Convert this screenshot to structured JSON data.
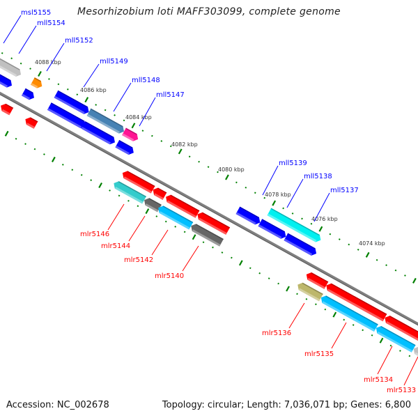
{
  "title": "Mesorhizobium loti MAFF303099, complete genome",
  "footer": {
    "accession": "Accession: NC_002678",
    "summary": "Topology: circular; Length: 7,036,071 bp; Genes: 6,800"
  },
  "scale": {
    "unit": "kbp",
    "labels": [
      "4088 kbp",
      "4086 kbp",
      "4084 kbp",
      "4082 kbp",
      "4080 kbp",
      "4078 kbp",
      "4076 kbp",
      "4074 kbp"
    ],
    "tick_color": "#008000"
  },
  "axis_color": "#808080",
  "genes": [
    {
      "strand": "+",
      "row": 1,
      "start": 4089.6,
      "end": 4088.6,
      "color": "#c0c0c0"
    },
    {
      "strand": "+",
      "row": 1,
      "start": 4088.1,
      "end": 4087.7,
      "color": "#ff8c00"
    },
    {
      "strand": "+",
      "row": 1,
      "start": 4087.1,
      "end": 4085.7,
      "color": "#0000ff"
    },
    {
      "strand": "+",
      "row": 1,
      "start": 4085.7,
      "end": 4084.2,
      "color": "#4682b4"
    },
    {
      "strand": "+",
      "row": 1,
      "start": 4084.2,
      "end": 4083.6,
      "color": "#ff1493"
    },
    {
      "strand": "+",
      "row": 1,
      "start": 4078.0,
      "end": 4075.8,
      "color": "#00f0f0"
    },
    {
      "strand": "+",
      "row": 2,
      "start": 4089.6,
      "end": 4088.7,
      "color": "#0000ff"
    },
    {
      "strand": "+",
      "row": 2,
      "start": 4088.2,
      "end": 4087.75,
      "color": "#0000ff"
    },
    {
      "strand": "+",
      "row": 2,
      "start": 4087.1,
      "end": 4085.55,
      "color": "#0000ff"
    },
    {
      "strand": "+",
      "row": 2,
      "start": 4085.65,
      "end": 4084.3,
      "color": "#0000ff"
    },
    {
      "strand": "+",
      "row": 2,
      "start": 4084.2,
      "end": 4083.5,
      "color": "#0000ff"
    },
    {
      "strand": "+",
      "row": 2,
      "start": 4079.05,
      "end": 4078.1,
      "color": "#0000ff"
    },
    {
      "strand": "+",
      "row": 2,
      "start": 4078.1,
      "end": 4077.0,
      "color": "#0000ff"
    },
    {
      "strand": "+",
      "row": 2,
      "start": 4077.0,
      "end": 4075.7,
      "color": "#0000ff"
    },
    {
      "strand": "-",
      "row": 1,
      "start": 4088.7,
      "end": 4088.25,
      "color": "#ff0000"
    },
    {
      "strand": "-",
      "row": 1,
      "start": 4087.65,
      "end": 4087.2,
      "color": "#ff0000"
    },
    {
      "strand": "-",
      "row": 1,
      "start": 4083.5,
      "end": 4082.2,
      "color": "#ff0000"
    },
    {
      "strand": "-",
      "row": 1,
      "start": 4082.2,
      "end": 4081.7,
      "color": "#ff0000"
    },
    {
      "strand": "-",
      "row": 1,
      "start": 4081.65,
      "end": 4080.3,
      "color": "#ff0000"
    },
    {
      "strand": "-",
      "row": 1,
      "start": 4080.3,
      "end": 4079.0,
      "color": "#ff0000"
    },
    {
      "strand": "-",
      "row": 1,
      "start": 4075.65,
      "end": 4074.8,
      "color": "#ff0000"
    },
    {
      "strand": "-",
      "row": 1,
      "start": 4074.8,
      "end": 4072.3,
      "color": "#ff0000"
    },
    {
      "strand": "-",
      "row": 1,
      "start": 4072.3,
      "end": 4070.3,
      "color": "#ff0000"
    },
    {
      "strand": "-",
      "row": 2,
      "start": 4083.6,
      "end": 4082.3,
      "color": "#33cccc"
    },
    {
      "strand": "-",
      "row": 2,
      "start": 4082.3,
      "end": 4081.65,
      "color": "#666666"
    },
    {
      "strand": "-",
      "row": 2,
      "start": 4081.7,
      "end": 4080.3,
      "color": "#00bfff"
    },
    {
      "strand": "-",
      "row": 2,
      "start": 4080.3,
      "end": 4079.0,
      "color": "#666666"
    },
    {
      "strand": "-",
      "row": 2,
      "start": 4075.75,
      "end": 4074.75,
      "color": "#bdb76b"
    },
    {
      "strand": "-",
      "row": 2,
      "start": 4074.75,
      "end": 4072.4,
      "color": "#00bfff"
    },
    {
      "strand": "-",
      "row": 2,
      "start": 4072.4,
      "end": 4070.8,
      "color": "#00bfff"
    },
    {
      "strand": "-",
      "row": 2,
      "start": 4070.8,
      "end": 4070.0,
      "color": "#c0c0c0"
    }
  ],
  "labels": [
    {
      "text": "msl5155",
      "color": "#0000ff"
    },
    {
      "text": "mll5154",
      "color": "#0000ff"
    },
    {
      "text": "mll5152",
      "color": "#0000ff"
    },
    {
      "text": "mll5149",
      "color": "#0000ff"
    },
    {
      "text": "mll5148",
      "color": "#0000ff"
    },
    {
      "text": "mll5147",
      "color": "#0000ff"
    },
    {
      "text": "mll5139",
      "color": "#0000ff"
    },
    {
      "text": "mll5138",
      "color": "#0000ff"
    },
    {
      "text": "mll5137",
      "color": "#0000ff"
    },
    {
      "text": "mlr5146",
      "color": "#ff0000"
    },
    {
      "text": "mlr5144",
      "color": "#ff0000"
    },
    {
      "text": "mlr5142",
      "color": "#ff0000"
    },
    {
      "text": "mlr5140",
      "color": "#ff0000"
    },
    {
      "text": "mlr5136",
      "color": "#ff0000"
    },
    {
      "text": "mlr5135",
      "color": "#ff0000"
    },
    {
      "text": "mlr5134",
      "color": "#ff0000"
    },
    {
      "text": "mlr5133",
      "color": "#ff0000"
    }
  ]
}
